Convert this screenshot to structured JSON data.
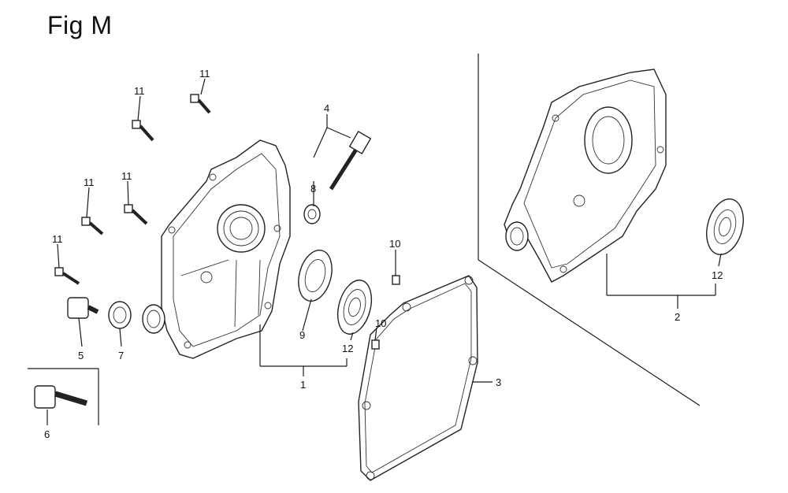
{
  "figure": {
    "title": "Fig M"
  },
  "callouts": [
    {
      "id": "c11a",
      "label": "11"
    },
    {
      "id": "c11b",
      "label": "11"
    },
    {
      "id": "c11c",
      "label": "11"
    },
    {
      "id": "c11d",
      "label": "11"
    },
    {
      "id": "c11e",
      "label": "11"
    },
    {
      "id": "c4",
      "label": "4"
    },
    {
      "id": "c8",
      "label": "8"
    },
    {
      "id": "c10a",
      "label": "10"
    },
    {
      "id": "c10b",
      "label": "10"
    },
    {
      "id": "c5",
      "label": "5"
    },
    {
      "id": "c7",
      "label": "7"
    },
    {
      "id": "c9",
      "label": "9"
    },
    {
      "id": "c12a",
      "label": "12"
    },
    {
      "id": "c1",
      "label": "1"
    },
    {
      "id": "c3",
      "label": "3"
    },
    {
      "id": "c6",
      "label": "6"
    },
    {
      "id": "c12b",
      "label": "12"
    },
    {
      "id": "c2",
      "label": "2"
    }
  ]
}
